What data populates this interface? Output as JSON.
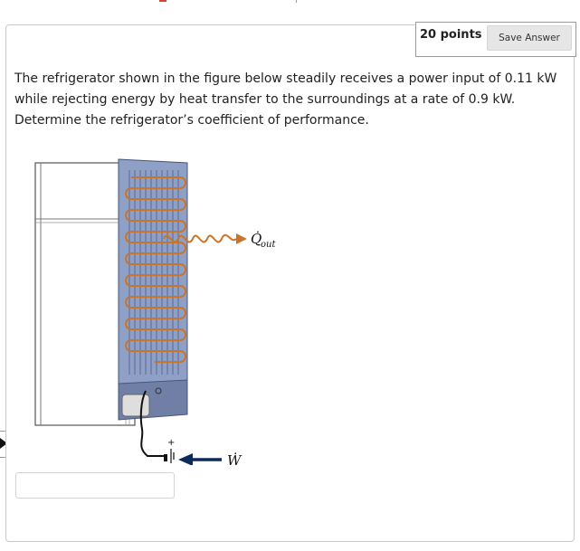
{
  "points": {
    "label": "20 points"
  },
  "save_answer": {
    "label": "Save Answer"
  },
  "question": {
    "text": "The refrigerator shown in the figure below steadily receives a power input of 0.11 kW while rejecting energy by heat transfer to the surroundings at a rate of 0.9 kW. Determine the refrigerator’s coefficient of performance."
  },
  "figure": {
    "heat_symbol": "Q̇",
    "heat_subscript": "out",
    "work_symbol": "Ẇ",
    "plus_sign": "+",
    "minus_sign": "−"
  },
  "answer": {
    "value": "",
    "placeholder": ""
  },
  "colors": {
    "coil": "#c9742b",
    "arrow": "#0c2a5a",
    "panel": "#8fa0c6"
  }
}
